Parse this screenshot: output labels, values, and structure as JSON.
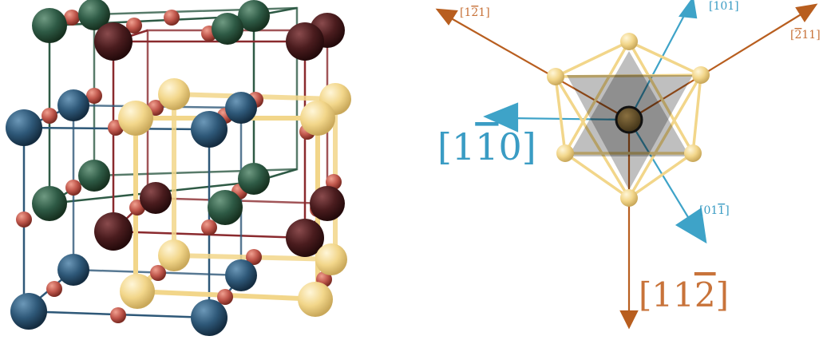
{
  "palette": {
    "green": "#2e5a45",
    "maroon": "#4a1c1e",
    "blue": "#2e5878",
    "yellow": "#f2d68a",
    "red_small": "#c0574c",
    "orange_arrow": "#b85e1f",
    "blue_arrow": "#3ea3c8",
    "orange_text": "#c8733a",
    "blue_text": "#3a9cc4"
  },
  "right_panel": {
    "labels": {
      "dir_1m21": {
        "a": "[1",
        "bar": "2",
        "b": "1]"
      },
      "dir_101": {
        "a": "[101]"
      },
      "dir_m211": {
        "a": "[",
        "bar": "2",
        "b": "11]"
      },
      "dir_1m10": {
        "a": "[1",
        "bar": "1",
        "b": "0]"
      },
      "dir_01m1": {
        "a": "[01",
        "bar": "1",
        "b": "]"
      },
      "dir_11m2": {
        "a": "[11",
        "bar": "2",
        "b": "]"
      }
    }
  }
}
